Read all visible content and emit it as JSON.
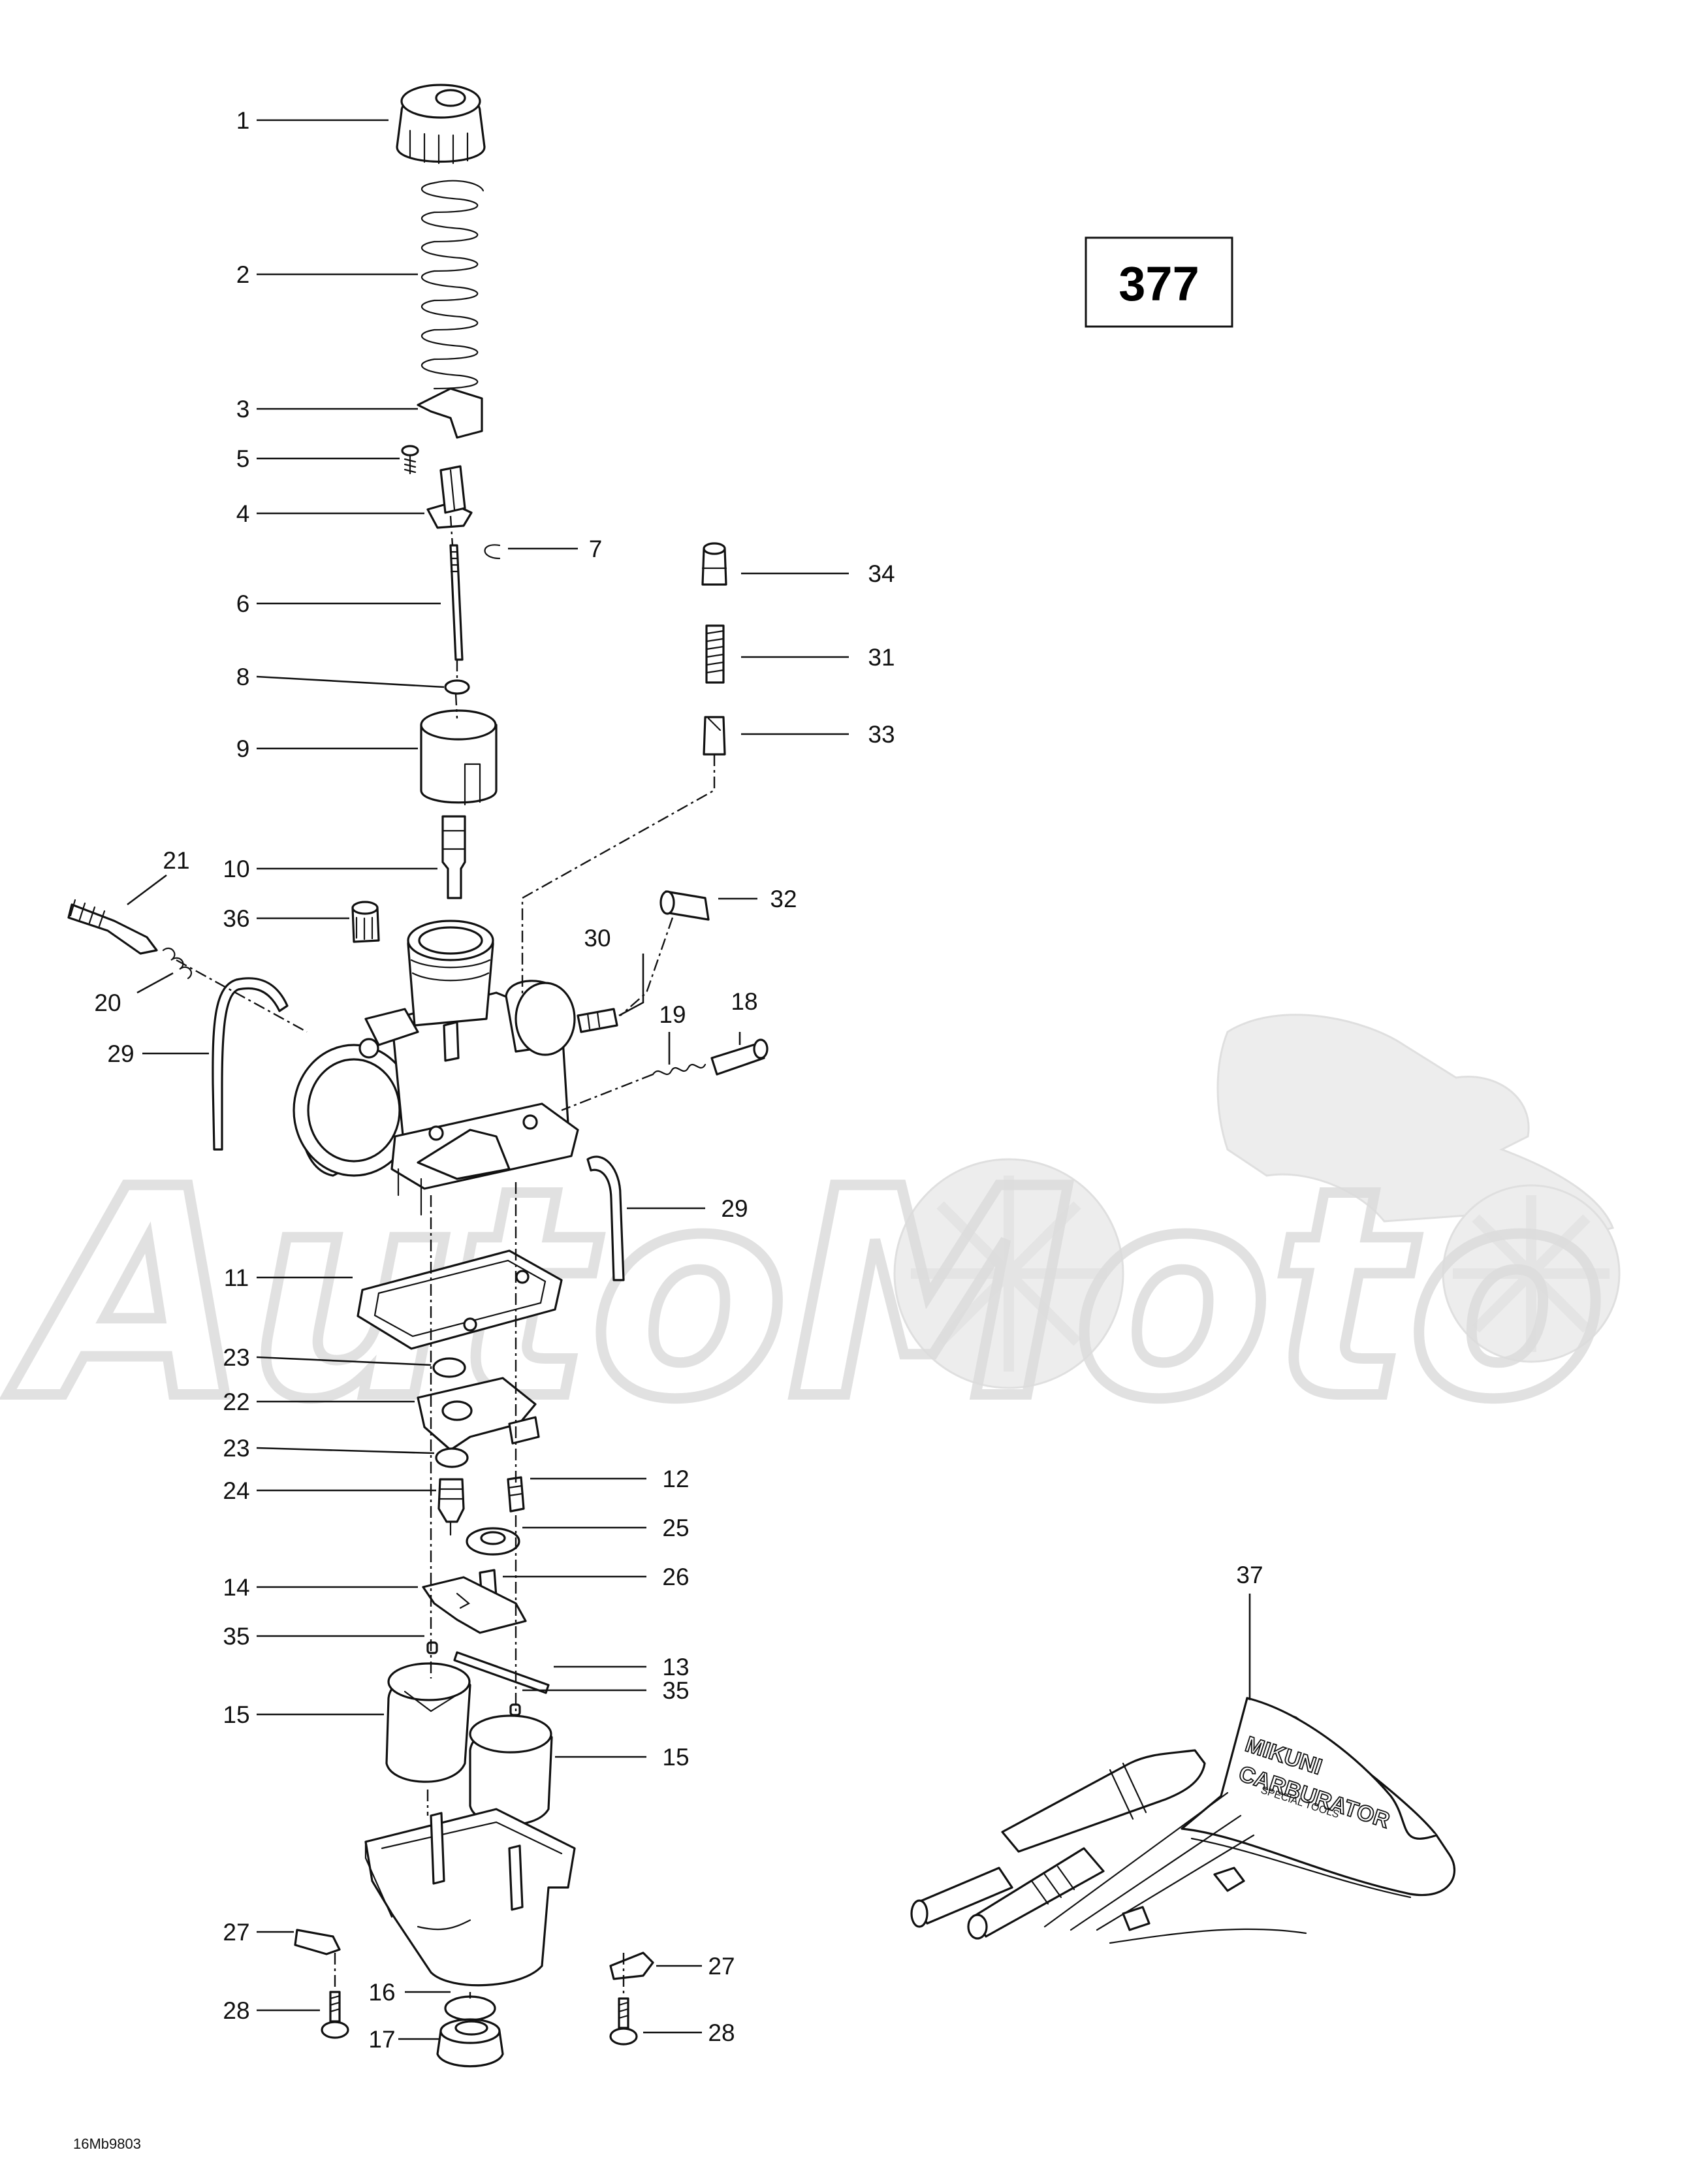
{
  "page_number": "377",
  "drawing_code": "16Mb9803",
  "kit_label": [
    "MIKUNI",
    "CARBURATOR",
    "SPECIAL TOOLS"
  ],
  "watermark": {
    "text": "AutoMoto"
  },
  "callouts": [
    {
      "id": "c1",
      "number": "1"
    },
    {
      "id": "c2",
      "number": "2"
    },
    {
      "id": "c3",
      "number": "3"
    },
    {
      "id": "c5",
      "number": "5"
    },
    {
      "id": "c4",
      "number": "4"
    },
    {
      "id": "c7",
      "number": "7"
    },
    {
      "id": "c6",
      "number": "6"
    },
    {
      "id": "c8",
      "number": "8"
    },
    {
      "id": "c9",
      "number": "9"
    },
    {
      "id": "c10",
      "number": "10"
    },
    {
      "id": "c21",
      "number": "21"
    },
    {
      "id": "c36",
      "number": "36"
    },
    {
      "id": "c20",
      "number": "20"
    },
    {
      "id": "c29a",
      "number": "29"
    },
    {
      "id": "c34",
      "number": "34"
    },
    {
      "id": "c31",
      "number": "31"
    },
    {
      "id": "c33",
      "number": "33"
    },
    {
      "id": "c32",
      "number": "32"
    },
    {
      "id": "c30",
      "number": "30"
    },
    {
      "id": "c19",
      "number": "19"
    },
    {
      "id": "c18",
      "number": "18"
    },
    {
      "id": "c29b",
      "number": "29"
    },
    {
      "id": "c11",
      "number": "11"
    },
    {
      "id": "c23a",
      "number": "23"
    },
    {
      "id": "c22",
      "number": "22"
    },
    {
      "id": "c23b",
      "number": "23"
    },
    {
      "id": "c24",
      "number": "24"
    },
    {
      "id": "c12",
      "number": "12"
    },
    {
      "id": "c25",
      "number": "25"
    },
    {
      "id": "c14",
      "number": "14"
    },
    {
      "id": "c26",
      "number": "26"
    },
    {
      "id": "c35a",
      "number": "35"
    },
    {
      "id": "c13",
      "number": "13"
    },
    {
      "id": "c35b",
      "number": "35"
    },
    {
      "id": "c15a",
      "number": "15"
    },
    {
      "id": "c15b",
      "number": "15"
    },
    {
      "id": "c27a",
      "number": "27"
    },
    {
      "id": "c27b",
      "number": "27"
    },
    {
      "id": "c16",
      "number": "16"
    },
    {
      "id": "c28a",
      "number": "28"
    },
    {
      "id": "c28b",
      "number": "28"
    },
    {
      "id": "c17",
      "number": "17"
    },
    {
      "id": "c37",
      "number": "37"
    }
  ]
}
